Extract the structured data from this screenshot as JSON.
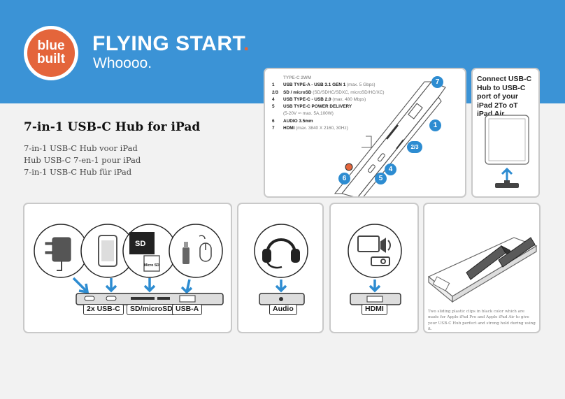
{
  "header": {
    "logo_text": "blue built",
    "title": "FLYING START",
    "title_dot": ".",
    "subtitle": "Whoooo."
  },
  "intro": {
    "title": "7-in-1 USB-C Hub for iPad",
    "translations": [
      "7-in-1 USB-C Hub voor iPad",
      "Hub USB-C 7-en-1 pour iPad",
      "7-in-1 USB-C Hub für iPad"
    ]
  },
  "specs": {
    "heading": "TYPE-C 2WM",
    "items": [
      {
        "num": "1",
        "label": "USB TYPE-A - USB 3.1 GEN 1",
        "detail": "(max. 5 Gbps)"
      },
      {
        "num": "2/3",
        "label": "SD / microSD",
        "detail": "(SD/SDHC/SDXC, microSD/HC/XC)"
      },
      {
        "num": "4",
        "label": "USB TYPE-C - USB 2.0",
        "detail": "(max. 480 Mbps)"
      },
      {
        "num": "5",
        "label": "USB TYPE-C POWER DELIVERY",
        "detail": ""
      },
      {
        "num": "",
        "label": "",
        "detail": "(5-20V ⎓ max. 5A,100W)"
      },
      {
        "num": "6",
        "label": "AUDIO 3.5mm",
        "detail": ""
      },
      {
        "num": "7",
        "label": "HDMI",
        "detail": "(max. 3840 X 2160, 30Hz)"
      }
    ],
    "badges": [
      "1",
      "2/3",
      "4",
      "5",
      "6",
      "7"
    ]
  },
  "connect": {
    "text": "Connect USB-C Hub to USB-C port of your iPad 2To oT iPad Air."
  },
  "ports_panel": {
    "sd_icon_label": "SD",
    "microsd_icon_label": "Micro SD",
    "labels": [
      "2x USB-C",
      "SD/microSD",
      "USB-A"
    ]
  },
  "audio_panel": {
    "label": "Audio"
  },
  "hdmi_panel": {
    "label": "HDMI"
  },
  "clips_panel": {
    "note": "Two sliding plastic clips in black color which are made for Apple iPad Pro and Apple iPad Air to give your USB-C Hub perfect and strong hold during using it."
  },
  "colors": {
    "header_blue": "#3b93d6",
    "logo_orange": "#e4653b",
    "accent_blue": "#2d8cd1",
    "background": "#f2f2f2"
  }
}
